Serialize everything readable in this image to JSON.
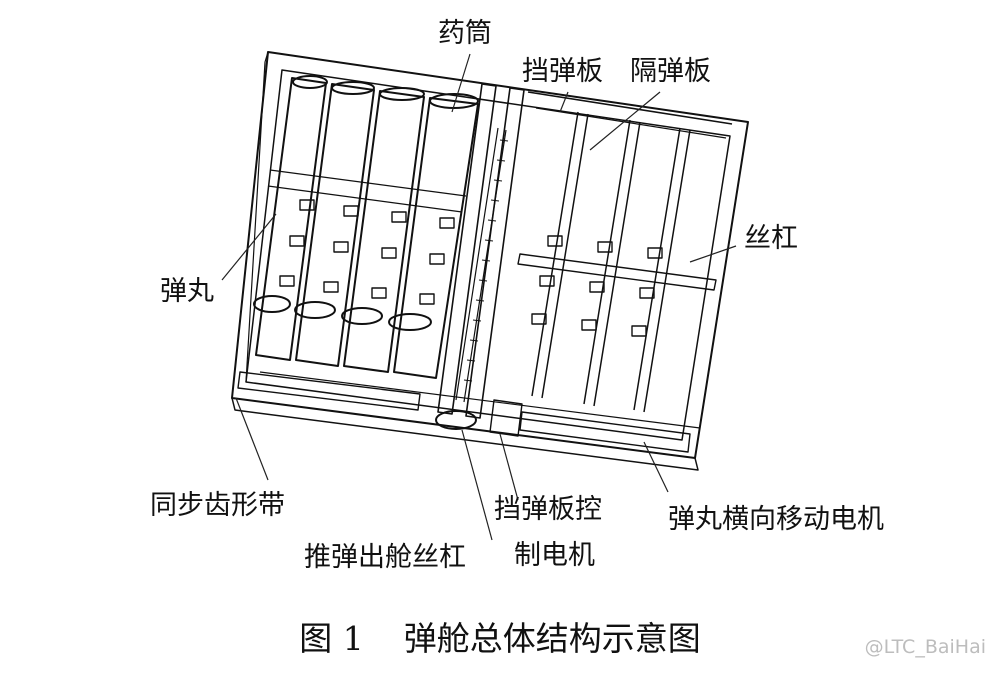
{
  "labels": {
    "cartridge": "药筒",
    "stopper_plate": "挡弹板",
    "separator_plate": "隔弹板",
    "lead_screw": "丝杠",
    "projectile": "弹丸",
    "sync_belt": "同步齿形带",
    "push_screw": "推弹出舱丝杠",
    "stopper_motor_line1": "挡弹板控",
    "stopper_motor_line2": "制电机",
    "lateral_motor": "弹丸横向移动电机"
  },
  "caption": {
    "number": "图 1",
    "title": "弹舱总体结构示意图"
  },
  "watermark": "@LTC_BaiHai"
}
